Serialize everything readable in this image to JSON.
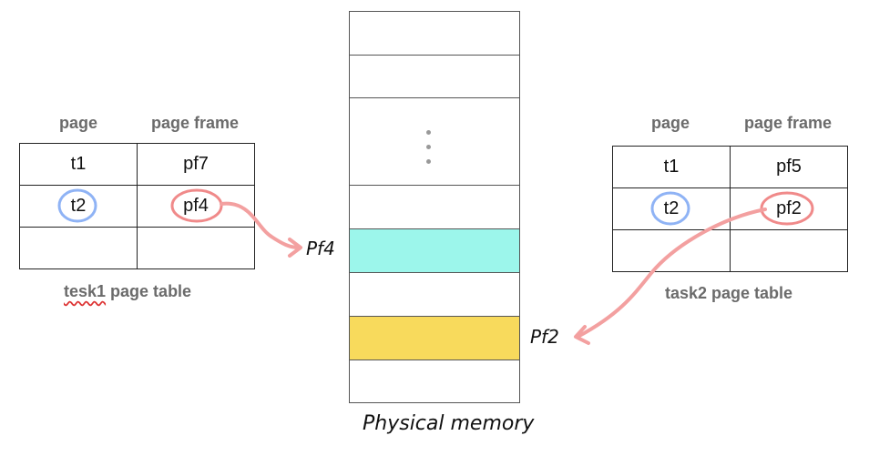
{
  "task1": {
    "headers": [
      "page",
      "page frame"
    ],
    "rows": [
      [
        "t1",
        "pf7"
      ],
      [
        "t2",
        "pf4"
      ],
      [
        "",
        ""
      ]
    ],
    "caption_prefix": "tesk1",
    "caption_suffix": " page table"
  },
  "task2": {
    "headers": [
      "page",
      "page frame"
    ],
    "rows": [
      [
        "t1",
        "pf5"
      ],
      [
        "t2",
        "pf2"
      ],
      [
        "",
        ""
      ]
    ],
    "caption": "task2 page table"
  },
  "memory": {
    "frame_labels": [
      "Pf4",
      "Pf2"
    ],
    "title": "Physical memory",
    "colors": {
      "pf4": "#9cf6eb",
      "pf2": "#f8da5c"
    }
  },
  "colors": {
    "page_circle": "#8fb3f5",
    "frame_circle": "#f08a8a",
    "arrow": "#f3a0a0"
  }
}
